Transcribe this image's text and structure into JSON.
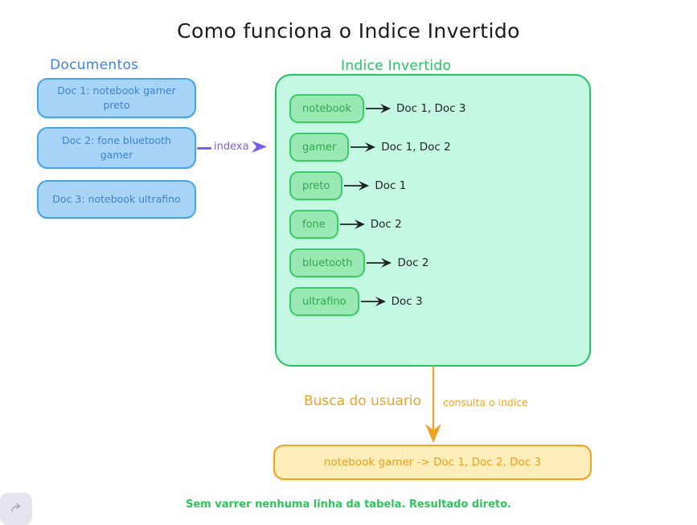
{
  "title": "Como funciona o Indice Invertido",
  "sections": {
    "documents_heading": "Documentos",
    "index_heading": "Indice Invertido"
  },
  "documents": [
    {
      "label": "Doc 1: notebook gamer preto"
    },
    {
      "label": "Doc 2: fone bluetooth gamer"
    },
    {
      "label": "Doc 3: notebook ultrafino"
    }
  ],
  "connector": {
    "indexa_label": "indexa",
    "consulta_label": "consulta o indice"
  },
  "index_entries": [
    {
      "term": "notebook",
      "docs": "Doc 1, Doc 3"
    },
    {
      "term": "gamer",
      "docs": "Doc 1, Doc 2"
    },
    {
      "term": "preto",
      "docs": "Doc 1"
    },
    {
      "term": "fone",
      "docs": "Doc 2"
    },
    {
      "term": "bluetooth",
      "docs": "Doc 2"
    },
    {
      "term": "ultrafino",
      "docs": "Doc 3"
    }
  ],
  "search": {
    "heading": "Busca do usuario",
    "query_result": "notebook gamer  ->  Doc 1, Doc 2, Doc 3"
  },
  "footer": {
    "note": "Sem varrer nenhuma linha da tabela. Resultado direto."
  },
  "toolbar": {
    "redo_icon": "redo-icon"
  },
  "colors": {
    "document_fill": "#a8d4f7",
    "document_border": "#4aa3e8",
    "document_text": "#3d82cf",
    "index_panel_fill": "#c4f8e2",
    "index_panel_border": "#27c263",
    "term_fill": "#9ae9b5",
    "term_border": "#3dc968",
    "term_text": "#2fa84f",
    "indexa_purple": "#7c5cf0",
    "search_fill": "#ffeeba",
    "search_border": "#f0a323",
    "search_text": "#ef9d1c",
    "footer_green": "#2fc45c",
    "arrow_black": "#1f2328"
  }
}
